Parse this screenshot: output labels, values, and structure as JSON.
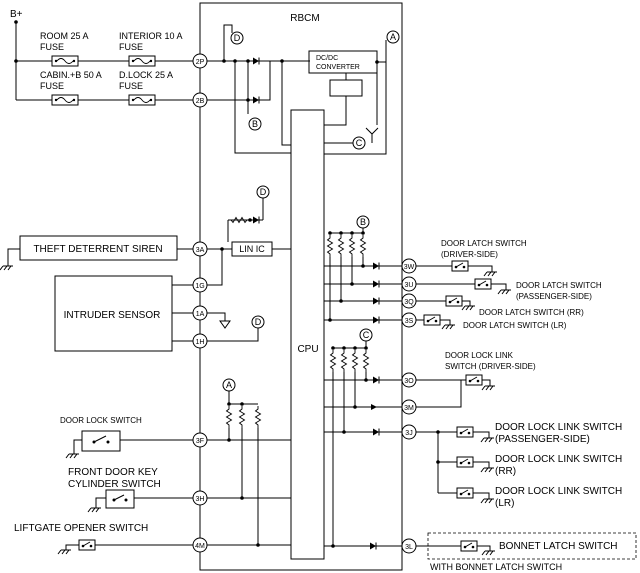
{
  "supply": {
    "label": "B+"
  },
  "fuses": [
    {
      "id": "room",
      "line1": "ROOM 25 A",
      "line2": "FUSE"
    },
    {
      "id": "interior",
      "line1": "INTERIOR 10 A",
      "line2": "FUSE"
    },
    {
      "id": "cabin",
      "line1": "CABIN.+B 50 A",
      "line2": "FUSE"
    },
    {
      "id": "dlock",
      "line1": "D.LOCK 25 A",
      "line2": "FUSE"
    }
  ],
  "module": {
    "title": "RBCM",
    "cpu": "CPU",
    "lin_ic": "LIN IC",
    "dcdc_line1": "DC/DC",
    "dcdc_line2": "CONVERTER"
  },
  "connectors": {
    "c_2P": "2P",
    "c_2B": "2B",
    "c_3A": "3A",
    "c_1G": "1G",
    "c_1A": "1A",
    "c_1H": "1H",
    "c_3F": "3F",
    "c_3H": "3H",
    "c_4M": "4M",
    "c_3W": "3W",
    "c_3U": "3U",
    "c_3Q": "3Q",
    "c_3S": "3S",
    "c_3O": "3O",
    "c_3M": "3M",
    "c_3J": "3J",
    "c_3L": "3L"
  },
  "markers": {
    "A": "A",
    "B": "B",
    "C": "C",
    "D": "D"
  },
  "components": {
    "theft_siren": "THEFT DETERRENT SIREN",
    "intruder_sensor": "INTRUDER SENSOR",
    "door_lock_switch": "DOOR LOCK SWITCH",
    "front_key_line1": "FRONT DOOR KEY",
    "front_key_line2": "CYLINDER SWITCH",
    "liftgate": "LIFTGATE OPENER SWITCH"
  },
  "switches": {
    "latch_driver_line1": "DOOR LATCH SWITCH",
    "latch_driver_line2": "(DRIVER-SIDE)",
    "latch_pass_line1": "DOOR LATCH SWITCH",
    "latch_pass_line2": "(PASSENGER-SIDE)",
    "latch_rr": "DOOR LATCH SWITCH (RR)",
    "latch_lr": "DOOR LATCH SWITCH (LR)",
    "link_driver_line1": "DOOR LOCK LINK",
    "link_driver_line2": "SWITCH (DRIVER-SIDE)",
    "link_pass_line1": "DOOR LOCK LINK SWITCH",
    "link_pass_line2": "(PASSENGER-SIDE)",
    "link_rr_line1": "DOOR LOCK LINK SWITCH",
    "link_rr_line2": "(RR)",
    "link_lr_line1": "DOOR LOCK LINK SWITCH",
    "link_lr_line2": "(LR)",
    "bonnet": "BONNET LATCH SWITCH",
    "bonnet_note": "WITH BONNET LATCH SWITCH"
  }
}
